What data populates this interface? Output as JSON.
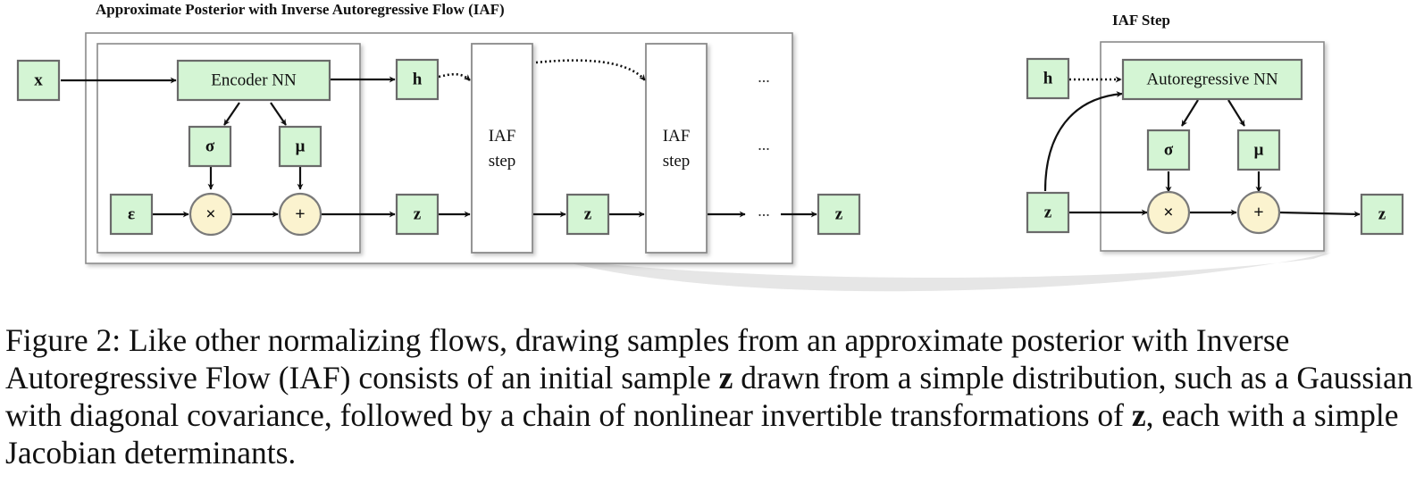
{
  "diagram": {
    "left_title": "Approximate Posterior with Inverse Autoregressive Flow (IAF)",
    "right_title": "IAF Step",
    "left": {
      "x": "x",
      "encoder": "Encoder NN",
      "h": "h",
      "sigma": "σ",
      "mu": "μ",
      "epsilon": "ε",
      "times": "×",
      "plus": "+",
      "z0": "z",
      "iaf1_line1": "IAF",
      "iaf1_line2": "step",
      "z1": "z",
      "iaf2_line1": "IAF",
      "iaf2_line2": "step",
      "ellipsis_top": "...",
      "ellipsis_mid": "...",
      "ellipsis_bottom": "...",
      "z_out": "z"
    },
    "right": {
      "h": "h",
      "ar_nn": "Autoregressive NN",
      "sigma": "σ",
      "mu": "μ",
      "z_in": "z",
      "times": "×",
      "plus": "+",
      "z_out": "z"
    }
  },
  "caption": {
    "part1": "Figure 2: Like other normalizing flows, drawing samples from an approximate posterior with Inverse Autoregressive Flow (IAF) consists of an initial sample ",
    "bold1": "z",
    "part2": " drawn from a simple distribution, such as a Gaussian with diagonal covariance, followed by a chain of nonlinear invertible transformations of ",
    "bold2": "z",
    "part3": ", each with a simple Jacobian determinants."
  }
}
